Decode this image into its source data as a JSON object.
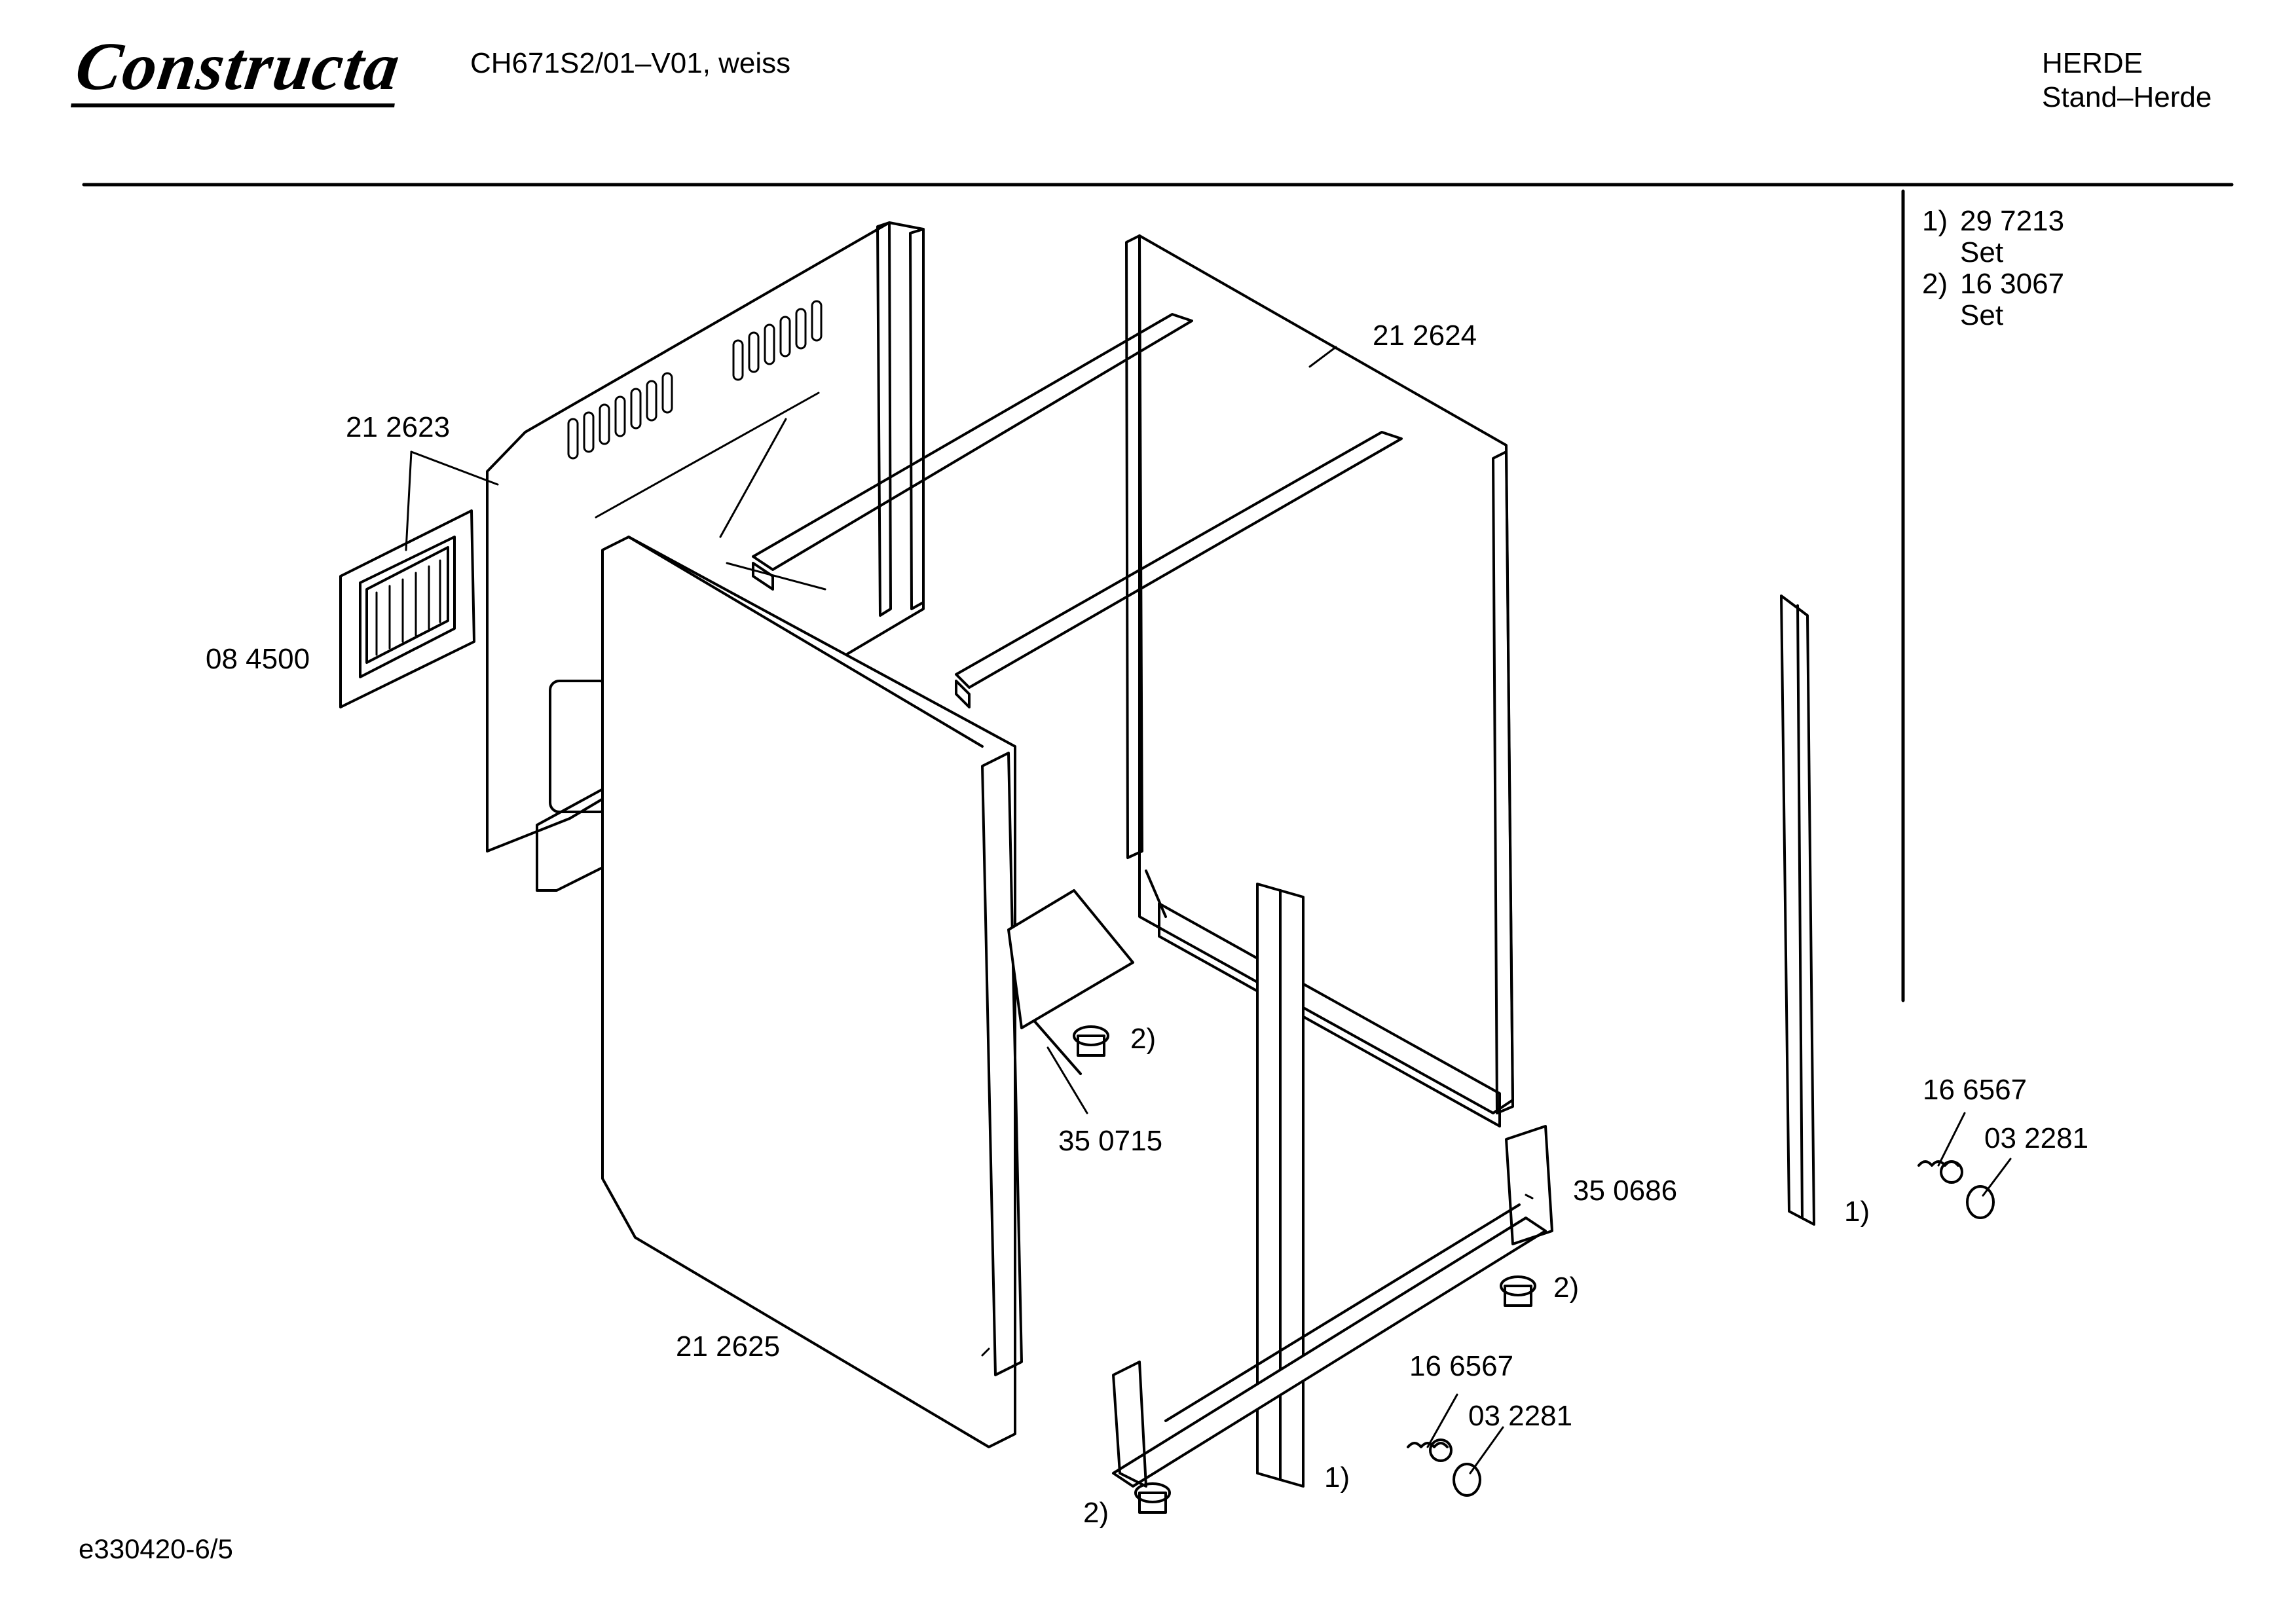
{
  "header": {
    "brand": "Constructa",
    "model": "CH671S2/01–V01, weiss",
    "category": "HERDE",
    "subcategory": "Stand–Herde"
  },
  "footer": {
    "document_id": "e330420-6/5"
  },
  "legend": [
    {
      "marker": "1)",
      "part": "29 7213",
      "note": "Set"
    },
    {
      "marker": "2)",
      "part": "16 3067",
      "note": "Set"
    }
  ],
  "labels": {
    "p212623": "21 2623",
    "p084500": "08 4500",
    "p212624": "21 2624",
    "p350715": "35 0715",
    "p350686": "35 0686",
    "p212625": "21 2625",
    "p166567a": "16 6567",
    "p032281a": "03 2281",
    "p166567b": "16 6567",
    "p032281b": "03 2281",
    "m1_post": "1)",
    "m1_strip": "1)",
    "m2_foot_a": "2)",
    "m2_foot_b": "2)",
    "m2_foot_c": "2)"
  }
}
